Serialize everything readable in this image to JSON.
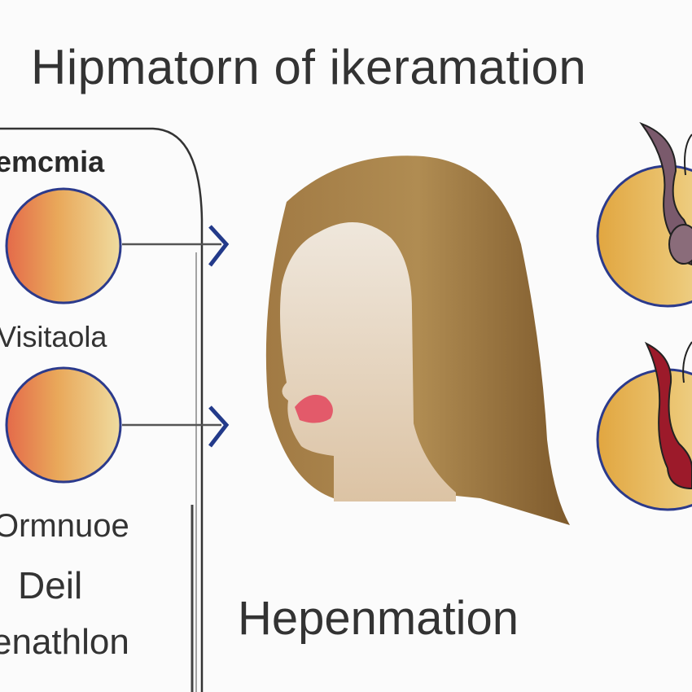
{
  "title": "Hipmatorn of ikeramation",
  "left_labels": {
    "top": "emcmia",
    "middle": "Visitaola",
    "bottom_1": "Ormnuoe",
    "bottom_2": "Deil",
    "bottom_3": "enathlon"
  },
  "caption": "Hepenmation",
  "colors": {
    "circle_outline": "#2b3a8c",
    "circle_fill_warm": "#e46a4a",
    "circle_fill_gold": "#e7c76a",
    "hair": "#9a7440",
    "skin": "#ece6df",
    "lips": "#e35a6a",
    "follicle": "#9c1a2a",
    "arrow": "#233a8a"
  },
  "icons": [
    "arrow-right-icon",
    "hair-follicle-icon",
    "head-profile-icon"
  ]
}
